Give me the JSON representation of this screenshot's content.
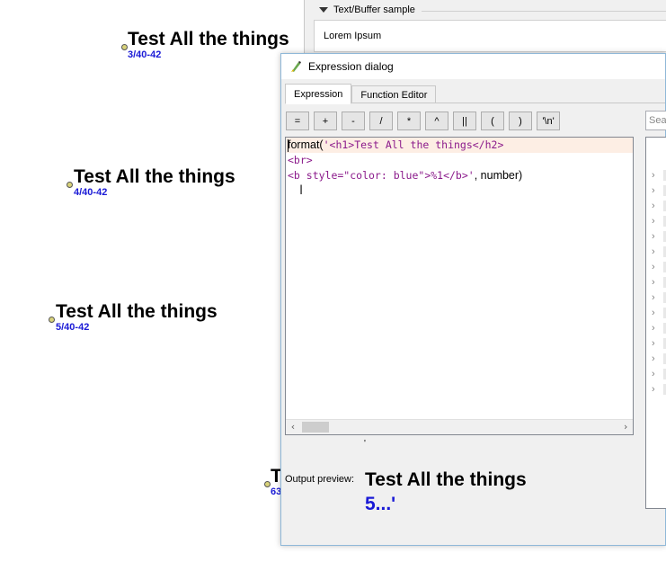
{
  "map_labels": [
    {
      "title": "Test All the things",
      "subtitle": "3/40-42"
    },
    {
      "title": "Test All the things",
      "subtitle": "4/40-42"
    },
    {
      "title": "Test All the things",
      "subtitle": "5/40-42"
    },
    {
      "title": "T",
      "subtitle": "63"
    }
  ],
  "background_panel": {
    "group_title": "Text/Buffer sample",
    "sample_text": "Lorem Ipsum"
  },
  "dialog": {
    "title": "Expression dialog",
    "tabs": [
      {
        "label": "Expression",
        "active": true
      },
      {
        "label": "Function Editor",
        "active": false
      }
    ],
    "operators": [
      "=",
      "+",
      "-",
      "/",
      "*",
      "^",
      "||",
      "(",
      ")",
      "'\\n'"
    ],
    "search_placeholder": "Search",
    "code": {
      "line1_fn": "format(",
      "line1_str": "'<h1>Test All the things</h2>",
      "line2_str": "<br>",
      "line3_str": "<b style=\"color: blue\">%1</b>'",
      "line3_rest": ", number)"
    },
    "tick_mark": "'",
    "preview": {
      "label": "Output preview:",
      "title": "Test All the things",
      "subtitle": "5...'"
    }
  },
  "colors": {
    "label_blue": "#1a1ad6",
    "string_purple": "#8b1a8b",
    "point_fill": "#d8d27a",
    "current_line": "#fdeee4"
  }
}
